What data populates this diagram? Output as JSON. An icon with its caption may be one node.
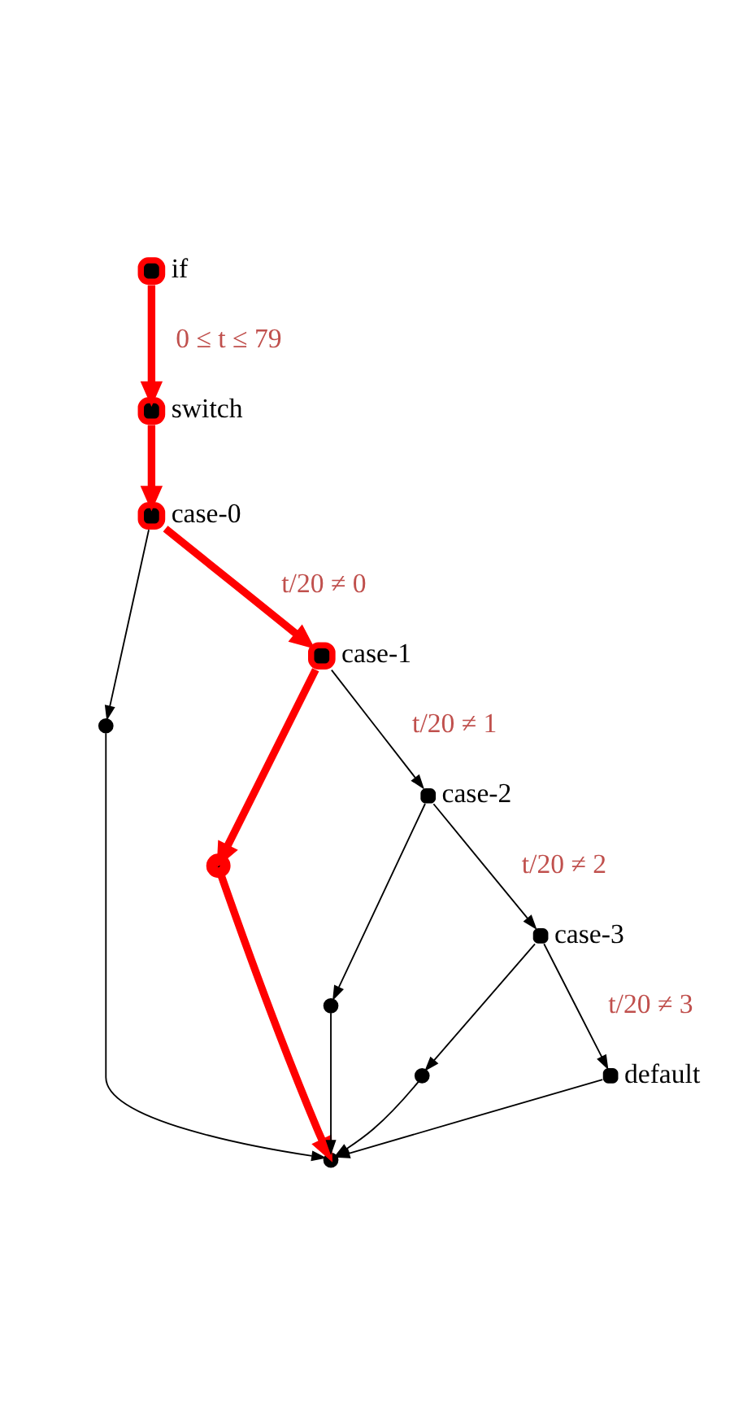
{
  "diagram": {
    "nodes": [
      {
        "text": [],
        "shape": "circle",
        "beside": [
          "if"
        ]
      },
      {
        "text": [],
        "shape": "circle",
        "beside": [
          "switch"
        ]
      },
      {
        "text": [],
        "shape": "circle",
        "beside": [
          "case-0"
        ]
      },
      {
        "text": [],
        "shape": "circle"
      },
      {
        "text": [],
        "shape": "circle",
        "beside": [
          "case-1"
        ]
      },
      {
        "text": [],
        "shape": "circle"
      },
      {
        "text": [],
        "shape": "circle",
        "beside": [
          "case-2"
        ]
      },
      {
        "text": [],
        "shape": "circle"
      },
      {
        "text": [],
        "shape": "circle",
        "beside": [
          "case-3"
        ]
      },
      {
        "text": [],
        "shape": "circle"
      },
      {
        "text": [],
        "shape": "circle",
        "beside": [
          "default"
        ]
      },
      {
        "text": [],
        "shape": "circle"
      }
    ],
    "edges": [
      {
        "from": 0,
        "to": 1,
        "arrow": "to",
        "label": "0 ≤ t ≤ 79",
        "style": "thick",
        "color": "#ff0000"
      },
      {
        "from": 1,
        "to": 2,
        "arrow": "to",
        "style": "thick",
        "color": "#ff0000"
      },
      {
        "from": 2,
        "to": 3,
        "arrow": "to"
      },
      {
        "from": 2,
        "to": 4,
        "arrow": "to",
        "label": "t/20 ≠ 0",
        "style": "thick",
        "color": "#ff0000"
      },
      {
        "from": 4,
        "to": 5,
        "arrow": "to",
        "style": "thick",
        "color": "#ff0000"
      },
      {
        "from": 4,
        "to": 6,
        "arrow": "to",
        "label": "t/20 ≠ 1"
      },
      {
        "from": 6,
        "to": 7,
        "arrow": "to"
      },
      {
        "from": 6,
        "to": 8,
        "arrow": "to",
        "label": "t/20 ≠ 2"
      },
      {
        "from": 8,
        "to": 9,
        "arrow": "to"
      },
      {
        "from": 8,
        "to": 10,
        "arrow": "to",
        "label": "t/20 ≠ 3"
      },
      {
        "from": 3,
        "to": 11,
        "arrow": "to"
      },
      {
        "from": 5,
        "to": 11,
        "arrow": "to",
        "style": "thick",
        "color": "#ff0000"
      },
      {
        "from": 7,
        "to": 11,
        "arrow": "to"
      },
      {
        "from": 9,
        "to": 11,
        "arrow": "to"
      },
      {
        "from": 10,
        "to": 11,
        "arrow": "to"
      }
    ]
  }
}
